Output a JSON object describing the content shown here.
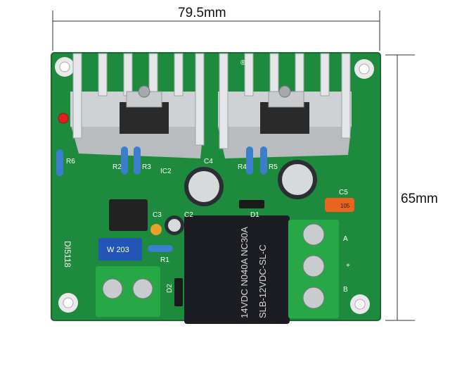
{
  "dimensions": {
    "width_label": "79.5mm",
    "height_label": "65mm"
  },
  "board": {
    "silkscreen": {
      "ic2": "IC2",
      "r1": "R1",
      "r2": "R2",
      "r3": "R3",
      "r4": "R4",
      "r5": "R5",
      "r6": "R6",
      "c2": "C2",
      "c3": "C3",
      "c4": "C4",
      "c5": "C5",
      "d1": "D1",
      "d2": "D2",
      "board_id": "DI5118",
      "term_a": "A",
      "term_b": "B",
      "plus": "+",
      "mark": "®"
    },
    "relay": {
      "line1": "14VDC N040A NC30A",
      "line2": "SLB-12VDC-SL-C"
    },
    "potentiometer": {
      "label": "W 203"
    },
    "capacitor_c5": {
      "label": "105"
    }
  },
  "colors": {
    "pcb": "#1e8a3e",
    "heatsink": "#d6d8da",
    "relay": "#1b1d22",
    "terminal": "#27a745"
  }
}
